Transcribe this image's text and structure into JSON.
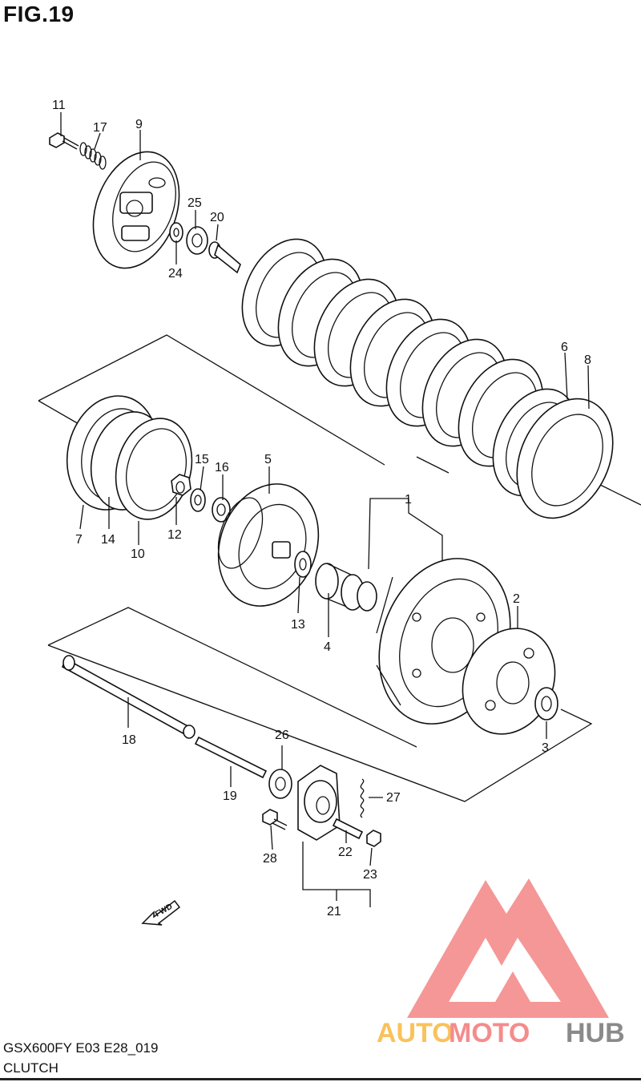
{
  "figure": {
    "title": "FIG.19"
  },
  "footer": {
    "model_code": "GSX600FY  E03  E28_019",
    "section": "CLUTCH"
  },
  "fwd_label": "FWD",
  "logo": {
    "part1": "AUTO",
    "part2": "MOTO",
    "part3": "HUB",
    "colors": {
      "auto": "#F9C25A",
      "moto": "#F48C8C",
      "hub": "#8A8A8A",
      "mark": "#F48C8C"
    }
  },
  "callouts": {
    "c1": "1",
    "c2": "2",
    "c3": "3",
    "c4": "4",
    "c5": "5",
    "c6": "6",
    "c7": "7",
    "c8": "8",
    "c9": "9",
    "c10": "10",
    "c11": "11",
    "c12": "12",
    "c13": "13",
    "c14": "14",
    "c15": "15",
    "c16": "16",
    "c17": "17",
    "c18": "18",
    "c19": "19",
    "c20": "20",
    "c21": "21",
    "c22": "22",
    "c23": "23",
    "c24": "24",
    "c25": "25",
    "c26": "26",
    "c27": "27",
    "c28": "28"
  }
}
